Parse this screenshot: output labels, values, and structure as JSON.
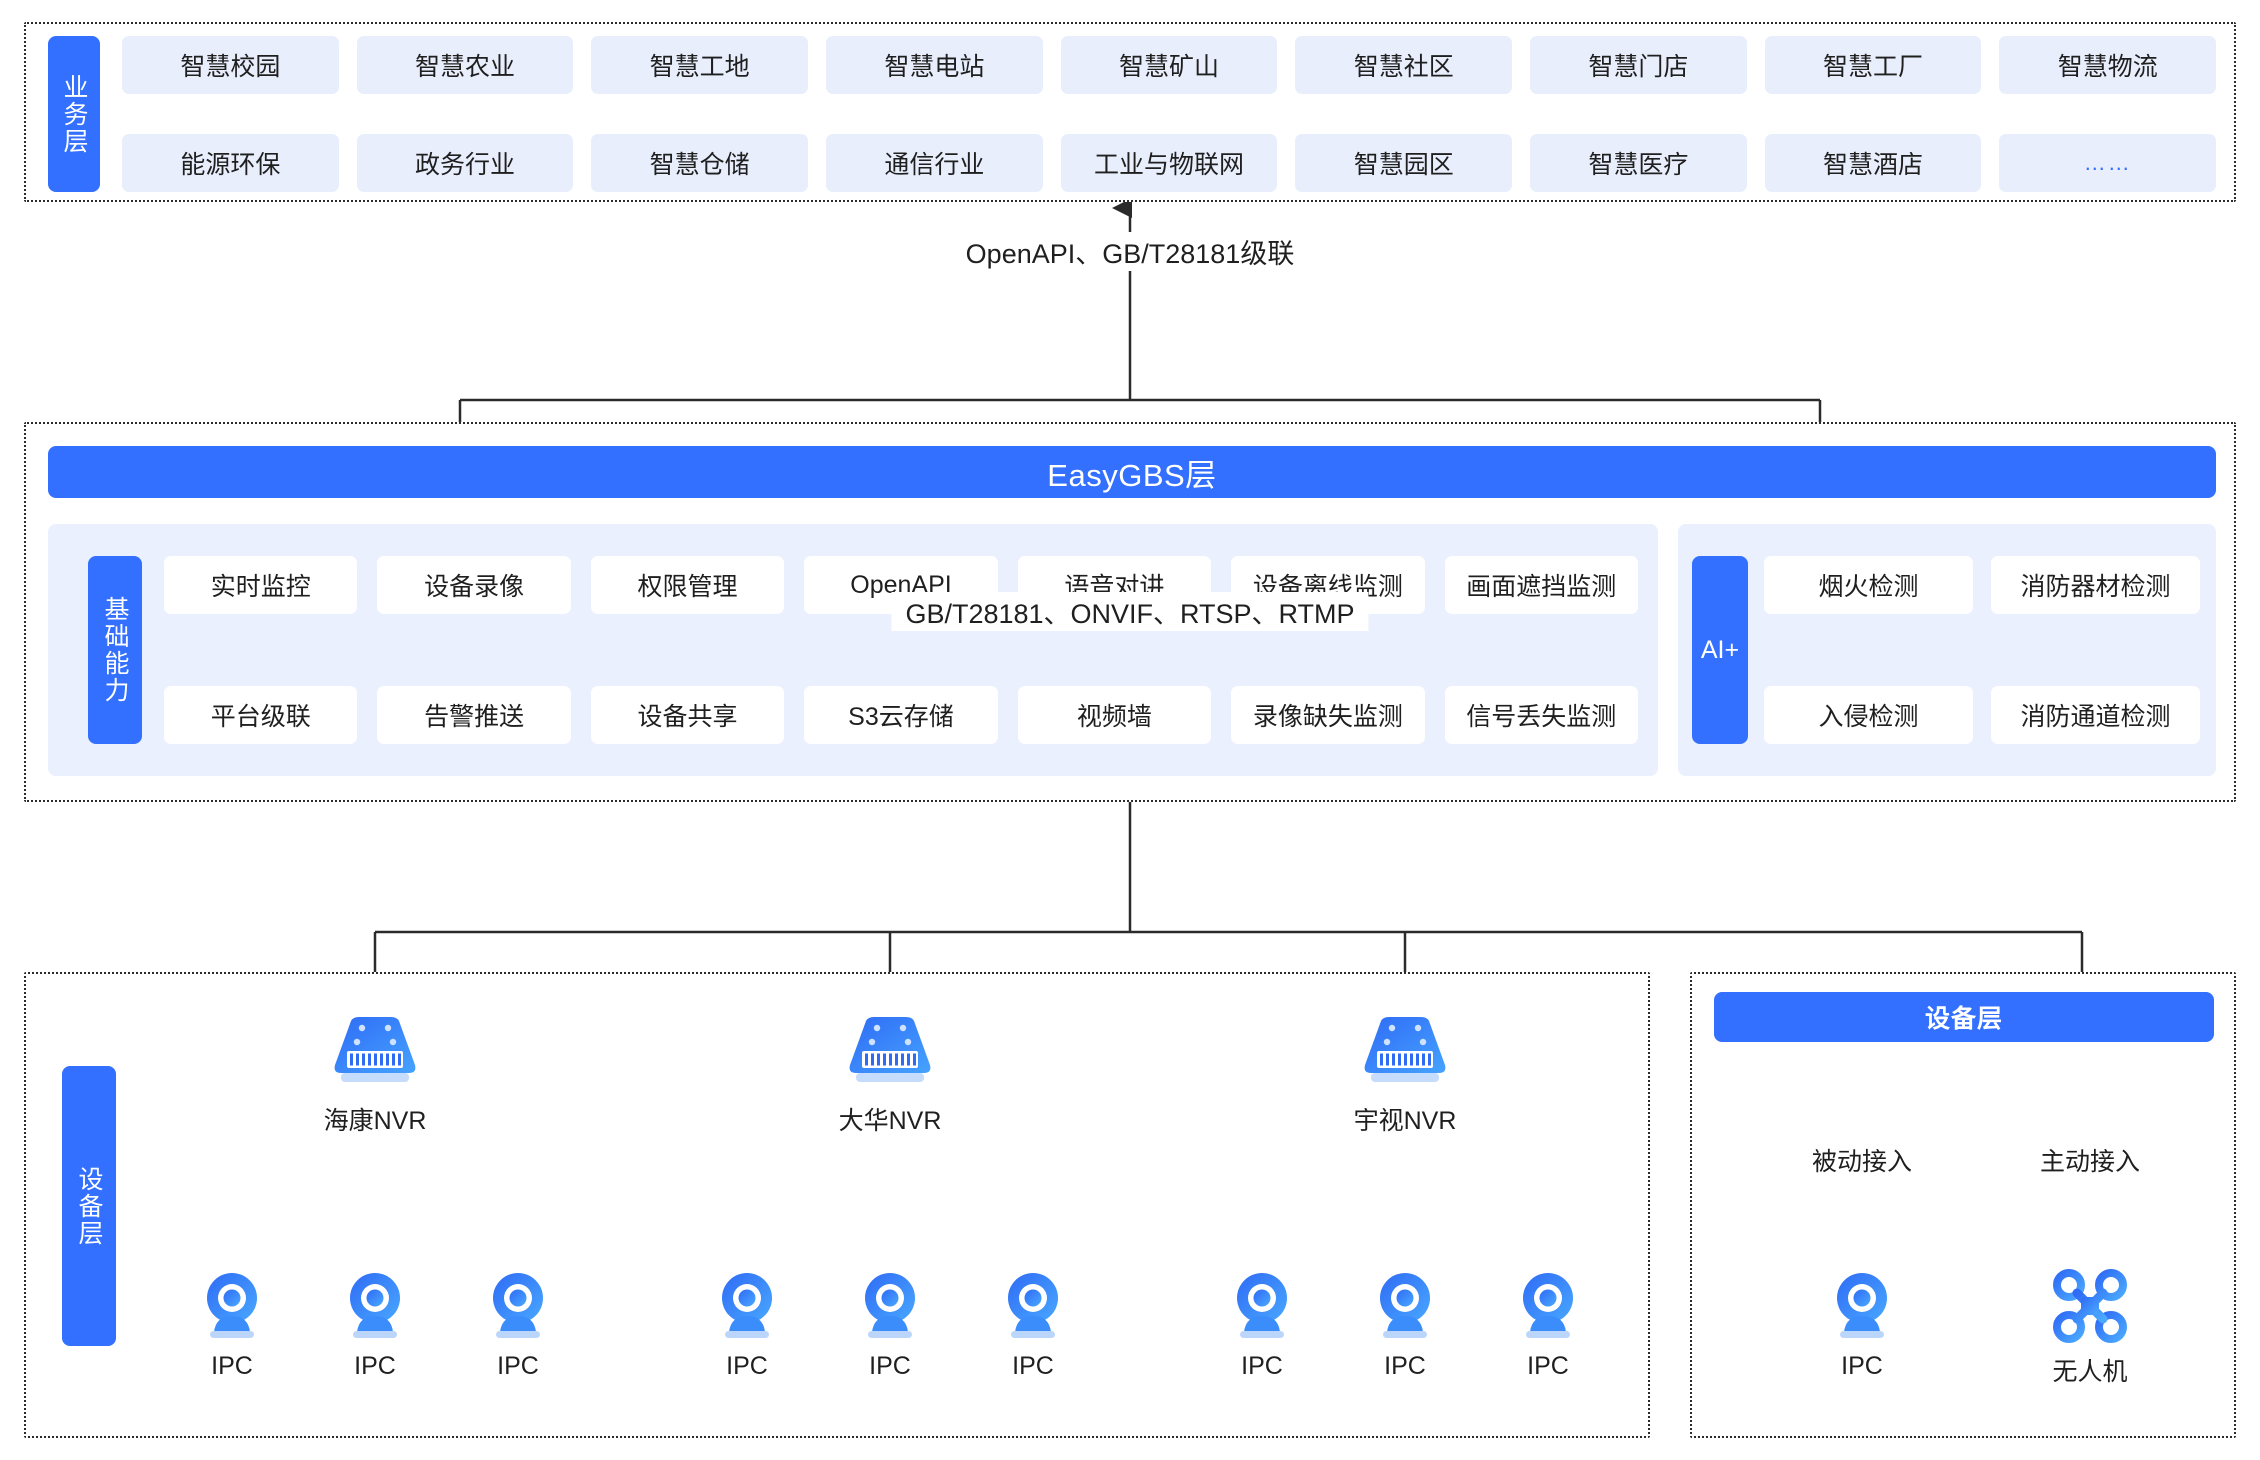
{
  "business_layer": {
    "tab_label": "业务层",
    "row1": [
      "智慧校园",
      "智慧农业",
      "智慧工地",
      "智慧电站",
      "智慧矿山",
      "智慧社区",
      "智慧门店",
      "智慧工厂",
      "智慧物流"
    ],
    "row2": [
      "能源环保",
      "政务行业",
      "智慧仓储",
      "通信行业",
      "工业与物联网",
      "智慧园区",
      "智慧医疗",
      "智慧酒店",
      "……"
    ]
  },
  "connector_top": {
    "label": "OpenAPI、GB/T28181级联"
  },
  "gbs_layer": {
    "title": "EasyGBS层",
    "capability_tab": "基础能力",
    "capability_row1": [
      "实时监控",
      "设备录像",
      "权限管理",
      "OpenAPI",
      "语音对讲",
      "设备离线监测",
      "画面遮挡监测"
    ],
    "capability_row2": [
      "平台级联",
      "告警推送",
      "设备共享",
      "S3云存储",
      "视频墙",
      "录像缺失监测",
      "信号丢失监测"
    ],
    "ai_tab": "AI+",
    "ai_row1": [
      "烟火检测",
      "消防器材检测"
    ],
    "ai_row2": [
      "入侵检测",
      "消防通道检测"
    ]
  },
  "connector_bottom": {
    "label": "GB/T28181、ONVIF、RTSP、RTMP"
  },
  "device_layer_left": {
    "tab_label": "设备层",
    "nvrs": [
      {
        "name": "海康NVR",
        "icon": "nvr-icon",
        "cameras": [
          "IPC",
          "IPC",
          "IPC"
        ]
      },
      {
        "name": "大华NVR",
        "icon": "nvr-icon",
        "cameras": [
          "IPC",
          "IPC",
          "IPC"
        ]
      },
      {
        "name": "宇视NVR",
        "icon": "nvr-icon",
        "cameras": [
          "IPC",
          "IPC",
          "IPC"
        ]
      }
    ]
  },
  "device_layer_right": {
    "title": "设备层",
    "branches": [
      {
        "edge_label": "被动接入",
        "device_label": "IPC",
        "icon": "camera-icon"
      },
      {
        "edge_label": "主动接入",
        "device_label": "无人机",
        "icon": "drone-icon"
      }
    ]
  },
  "colors": {
    "brand_blue": "#3370ff",
    "chip_blue_bg": "#e8eefc",
    "panel_blue_bg": "#eaf0fd",
    "line_dark": "#2b2b2b"
  }
}
